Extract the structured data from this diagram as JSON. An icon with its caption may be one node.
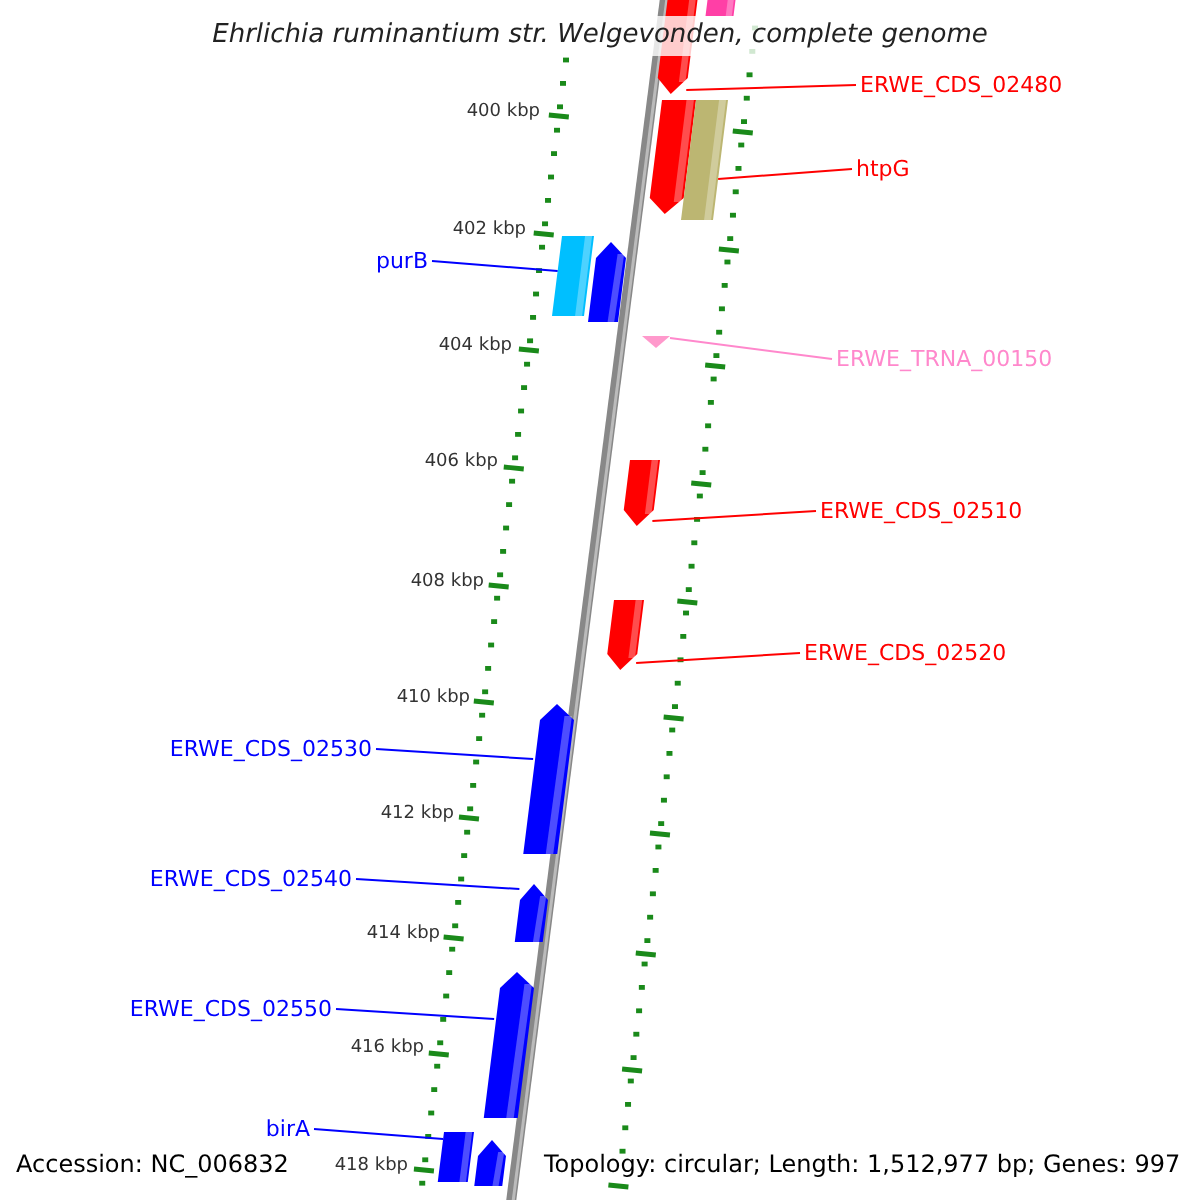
{
  "diagram": {
    "title": "Ehrlichia ruminantium str. Welgevonden, complete genome",
    "nodes": [
      {
        "text": [
          "ERWE_CDS_02480"
        ]
      },
      {
        "text": [
          "htpG"
        ]
      },
      {
        "text": [
          "purB"
        ]
      },
      {
        "text": [
          "ERWE_TRNA_00150"
        ]
      },
      {
        "text": [
          "ERWE_CDS_02510"
        ]
      },
      {
        "text": [
          "ERWE_CDS_02520"
        ]
      },
      {
        "text": [
          "ERWE_CDS_02530"
        ]
      },
      {
        "text": [
          "ERWE_CDS_02540"
        ]
      },
      {
        "text": [
          "ERWE_CDS_02550"
        ]
      },
      {
        "text": [
          "birA"
        ]
      },
      {
        "text": [],
        "shape": "arrow"
      },
      {
        "text": [],
        "shape": "box"
      },
      {
        "text": [],
        "shape": "arrow"
      },
      {
        "text": [],
        "shape": "box"
      },
      {
        "text": [],
        "shape": "box"
      },
      {
        "text": [],
        "shape": "arrow"
      },
      {
        "text": [],
        "shape": "triangle"
      },
      {
        "text": [],
        "shape": "arrow"
      },
      {
        "text": [],
        "shape": "arrow"
      },
      {
        "text": [],
        "shape": "arrow"
      },
      {
        "text": [],
        "shape": "arrow"
      },
      {
        "text": [],
        "shape": "arrow"
      },
      {
        "text": [],
        "shape": "box"
      },
      {
        "text": [],
        "shape": "arrow"
      }
    ],
    "edges": [
      {
        "from": 0,
        "to": 10,
        "arrow": "none",
        "color": "#ff0000"
      },
      {
        "from": 1,
        "to": 13,
        "arrow": "none",
        "color": "#ff0000"
      },
      {
        "from": 2,
        "to": 14,
        "arrow": "none"
      },
      {
        "from": 3,
        "to": 16,
        "arrow": "none",
        "color": "#ff88cc"
      },
      {
        "from": 4,
        "to": 17,
        "arrow": "none",
        "color": "#ff0000"
      },
      {
        "from": 5,
        "to": 18,
        "arrow": "none",
        "color": "#ff0000"
      },
      {
        "from": 6,
        "to": 19,
        "arrow": "none"
      },
      {
        "from": 7,
        "to": 20,
        "arrow": "none"
      },
      {
        "from": 8,
        "to": 21,
        "arrow": "none"
      },
      {
        "from": 9,
        "to": 22,
        "arrow": "none"
      }
    ],
    "labels": [
      "400 kbp",
      "402 kbp",
      "404 kbp",
      "406 kbp",
      "408 kbp",
      "410 kbp",
      "412 kbp",
      "414 kbp",
      "416 kbp",
      "418 kbp",
      "Accession: NC_006832",
      "Topology: circular; Length: 1,512,977 bp; Genes: 997"
    ]
  }
}
